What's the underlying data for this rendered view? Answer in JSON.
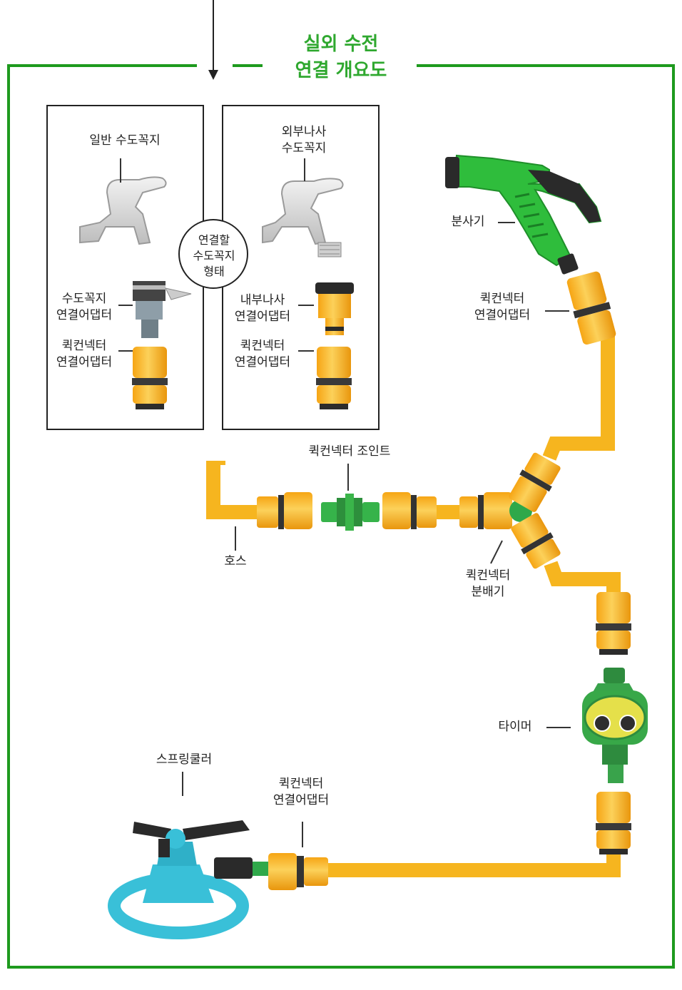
{
  "title": {
    "line1": "실외 수전",
    "line2": "연결 개요도"
  },
  "colors": {
    "frame_green": "#1e9a1e",
    "title_green": "#2fa82f",
    "hose_yellow": "#f6b51f",
    "adapter_yellow": "#f9b826",
    "joint_green": "#3ab54a",
    "timer_green": "#2e8b3e",
    "sprinkler_cyan": "#39c0d8"
  },
  "faucet_panel_left": {
    "faucet_label": "일반 수도꼭지",
    "adapter_label_1": "수도꼭지",
    "adapter_label_2": "연결어댑터",
    "quick_label_1": "퀵컨넥터",
    "quick_label_2": "연결어댑터"
  },
  "faucet_panel_right": {
    "faucet_label_1": "외부나사",
    "faucet_label_2": "수도꼭지",
    "adapter_label_1": "내부나사",
    "adapter_label_2": "연결어댑터",
    "quick_label_1": "퀵컨넥터",
    "quick_label_2": "연결어댑터"
  },
  "circle_note": {
    "line1": "연결할",
    "line2": "수도꼭지",
    "line3": "형태"
  },
  "components": {
    "sprayer": "분사기",
    "sprayer_adapter_1": "퀵컨넥터",
    "sprayer_adapter_2": "연결어댑터",
    "joint": "퀵컨넥터 조인트",
    "hose": "호스",
    "splitter_1": "퀵컨넥터",
    "splitter_2": "분배기",
    "timer": "타이머",
    "sprinkler": "스프링쿨러",
    "sprinkler_adapter_1": "퀵컨넥터",
    "sprinkler_adapter_2": "연결어댑터"
  }
}
